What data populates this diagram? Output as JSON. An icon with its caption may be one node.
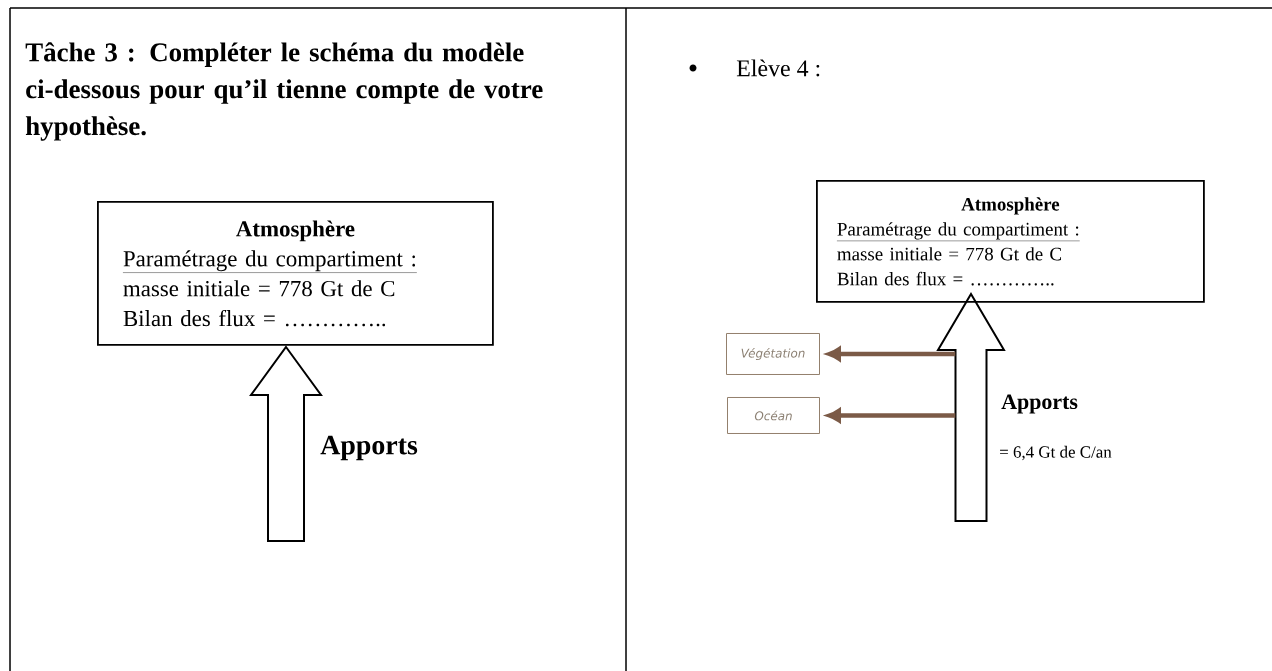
{
  "diagram": {
    "title": "Tâche 3 : Compléter le schéma du modèle ci-dessous pour qu’il tienne compte de votre hypothèse.",
    "nodes": [
      {
        "text": [
          "Atmosphère",
          "Paramétrage du compartiment :",
          "masse initiale = 778 Gt de C",
          "Bilan des flux = ………….."
        ]
      },
      {
        "text": [],
        "shape": "arrow",
        "beside": [
          "Apports"
        ]
      },
      {
        "text": [
          "Atmosphère",
          "Paramétrage du compartiment :",
          "masse initiale = 778 Gt de C",
          "Bilan des flux = ………….."
        ]
      },
      {
        "text": [
          "Végétation"
        ]
      },
      {
        "text": [
          "Océan"
        ]
      },
      {
        "text": [],
        "shape": "arrow",
        "beside": [
          "Apports",
          "= 6,4 Gt de C/an"
        ]
      }
    ],
    "edges": [
      {
        "from": 5,
        "to": 3,
        "arrow": "to",
        "color": "#7b5a47"
      },
      {
        "from": 5,
        "to": 4,
        "arrow": "to",
        "color": "#7b5a47"
      }
    ],
    "labels": [
      "Elève 4 :"
    ]
  }
}
